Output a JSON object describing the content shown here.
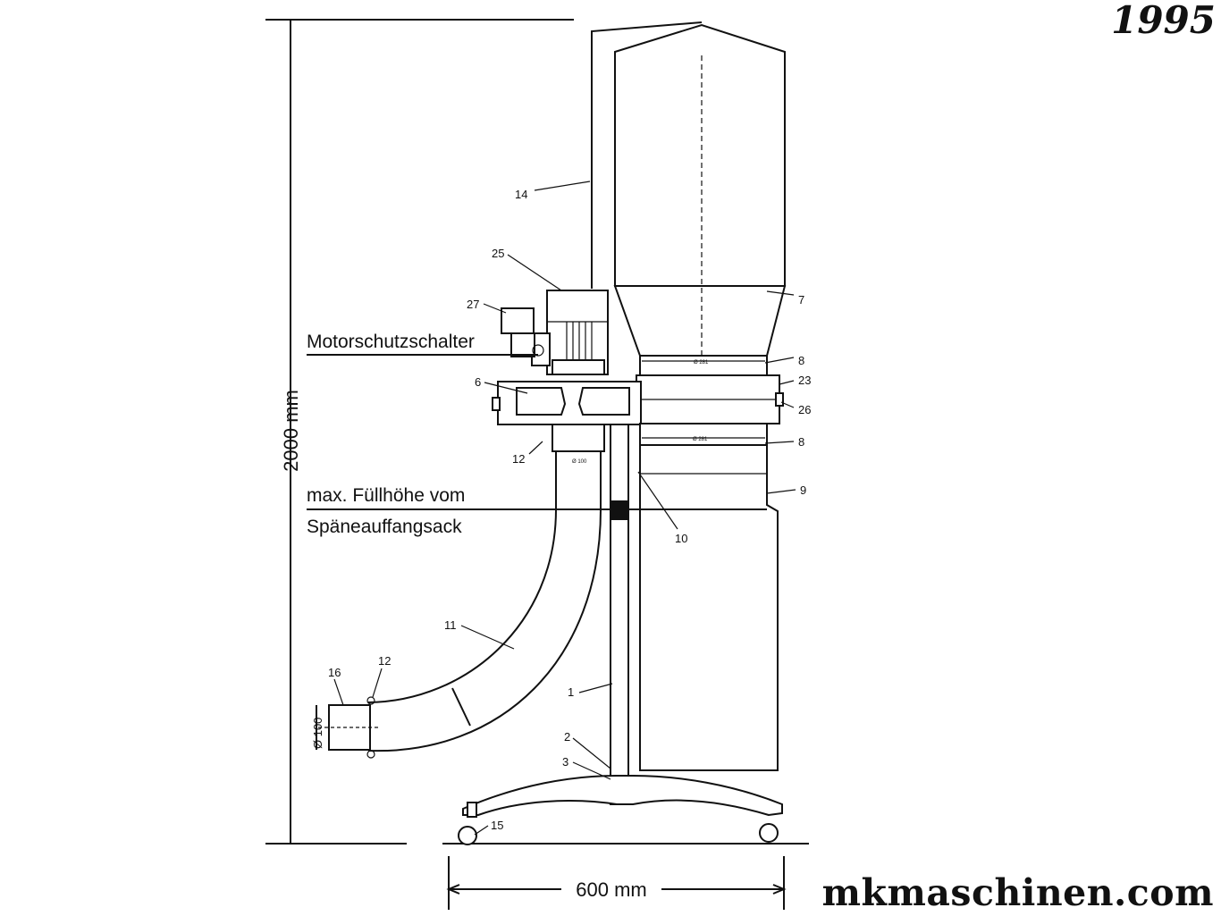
{
  "year_label": "1995",
  "site_label": "mkmaschinen.com",
  "annotations": {
    "motor_switch": "Motorschutzschalter",
    "fill_level_line1": "max. Füllhöhe vom",
    "fill_level_line2": "Späneauffangsack",
    "height": "2000 mm",
    "width": "600 mm",
    "diameter": "Ø 100",
    "upper_ring_dia": "Ø 281",
    "lower_ring_dia": "Ø 281",
    "inlet_dia": "Ø 100"
  },
  "part_numbers": [
    "1",
    "2",
    "3",
    "6",
    "7",
    "8",
    "8",
    "9",
    "10",
    "11",
    "12",
    "12",
    "14",
    "15",
    "16",
    "23",
    "25",
    "26",
    "27"
  ]
}
